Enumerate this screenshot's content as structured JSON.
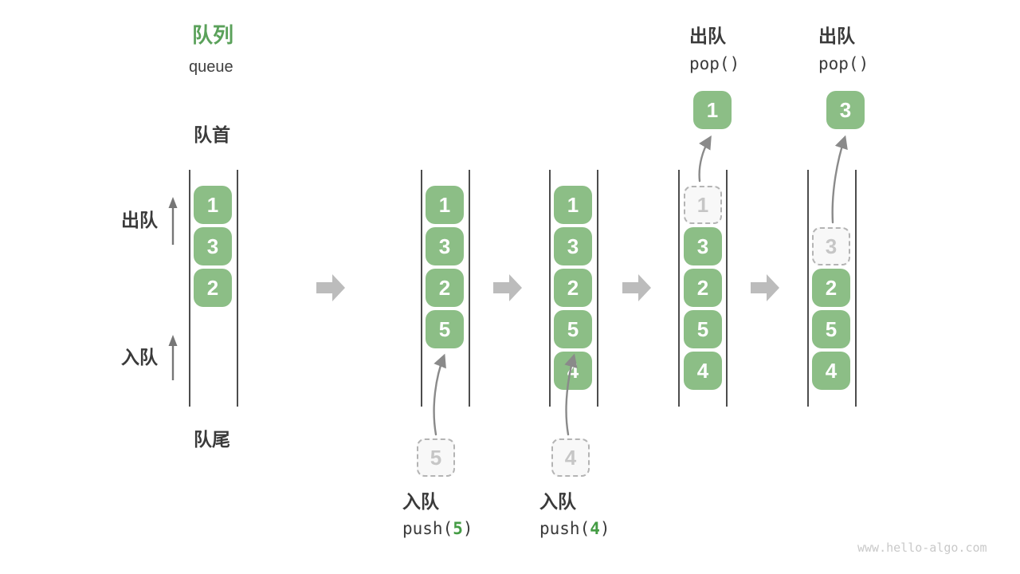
{
  "header": {
    "title": "队列",
    "subtitle": "queue"
  },
  "side_labels": {
    "front": "队首",
    "rear": "队尾",
    "dequeue": "出队",
    "enqueue": "入队"
  },
  "queue_states": [
    {
      "boxes": [
        "1",
        "3",
        "2"
      ]
    },
    {
      "boxes": [
        "1",
        "3",
        "2",
        "5"
      ],
      "incoming": "5"
    },
    {
      "boxes": [
        "1",
        "3",
        "2",
        "5",
        "4"
      ],
      "incoming": "4"
    },
    {
      "ghost": "1",
      "boxes": [
        "3",
        "2",
        "5",
        "4"
      ],
      "popped": "1"
    },
    {
      "ghost": "3",
      "boxes": [
        "2",
        "5",
        "4"
      ],
      "popped": "3"
    }
  ],
  "ops_top": [
    {
      "title": "出队",
      "code": "pop()"
    },
    {
      "title": "出队",
      "code": "pop()"
    }
  ],
  "ops_bottom": [
    {
      "title": "入队",
      "fn_open": "push(",
      "arg": "5",
      "fn_close": ")"
    },
    {
      "title": "入队",
      "fn_open": "push(",
      "arg": "4",
      "fn_close": ")"
    }
  ],
  "watermark": "www.hello-algo.com",
  "colors": {
    "title_green": "#5AA15A",
    "box_green": "#8CBE86",
    "code_green": "#449C44",
    "text_dark": "#3A3A3A"
  }
}
